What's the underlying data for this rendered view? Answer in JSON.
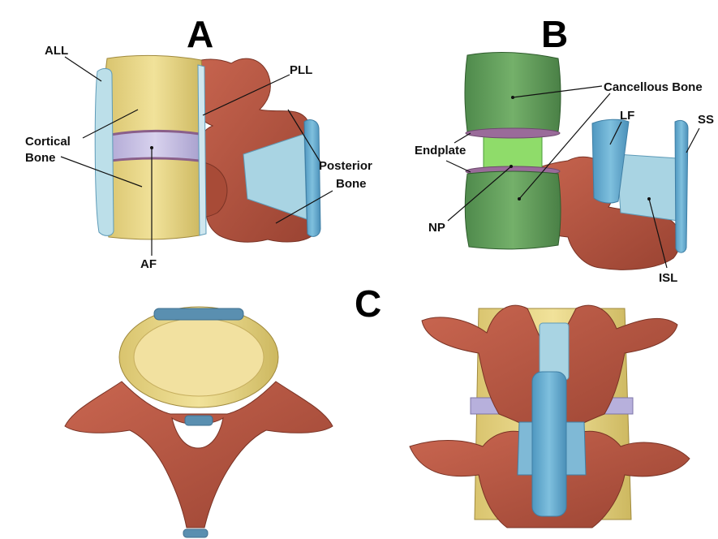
{
  "panels": {
    "a": "A",
    "b": "B",
    "c": "C"
  },
  "labels": {
    "all": "ALL",
    "pll": "PLL",
    "cortical_1": "Cortical",
    "cortical_2": "Bone",
    "posterior_1": "Posterior",
    "posterior_2": "Bone",
    "af": "AF",
    "cancellous": "Cancellous Bone",
    "lf": "LF",
    "ss": "SS",
    "endplate": "Endplate",
    "np": "NP",
    "isl": "ISL"
  },
  "colors": {
    "cortical_yellow": "#ecd98a",
    "bone_red": "#b5563f",
    "disc_lavender": "#c4bde0",
    "ligament_blue": "#6aaed0",
    "ligament_light": "#a9d4e3",
    "cancellous_green": "#5f9a5a",
    "np_green": "#8fdc6a",
    "endplate_purple": "#9a6b9a"
  }
}
